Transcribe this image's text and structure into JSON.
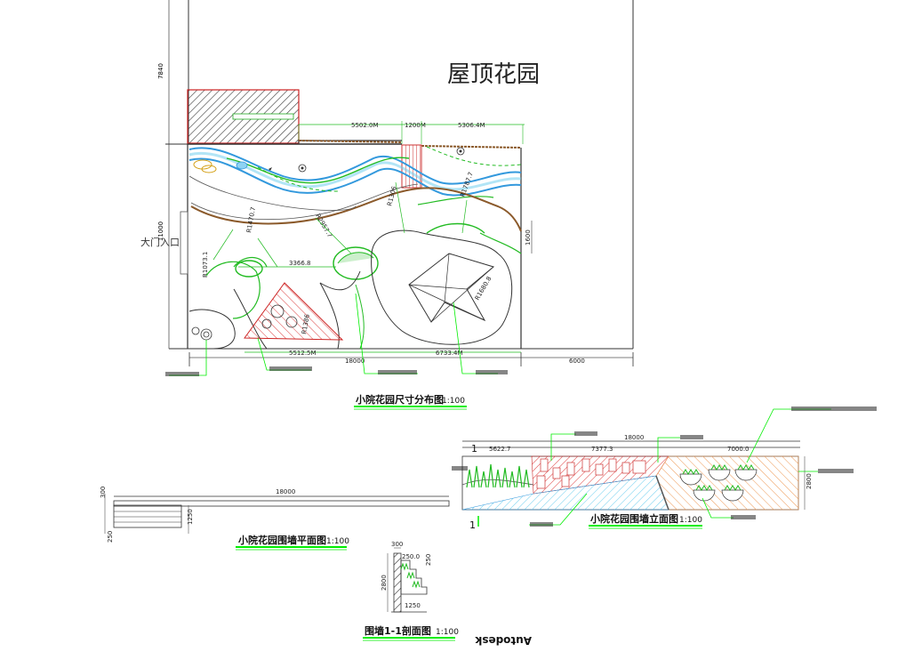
{
  "plan": {
    "roof_garden_label": "屋顶花园",
    "entrance_label": "大门入口",
    "dims": {
      "top_left": "5502.0M",
      "top_mid": "1200M",
      "top_right": "5306.4M",
      "left_upper": "7840",
      "left_lower": "11000",
      "right_1600": "1600",
      "inner_3366": "3366.8",
      "bottom_5512": "5512.5M",
      "bottom_18000": "18000",
      "bottom_6733": "6733.4M",
      "bottom_6000": "6000",
      "r_1073": "R1073.1",
      "r_1470": "R1470.7",
      "r_2957": "R2957.7",
      "r_1306": "R1306",
      "r_1787": "R1787.7",
      "r_1680": "R1680.8",
      "r_pergola": "R1386"
    },
    "title": "小院花园尺寸分布图",
    "scale": "1:100"
  },
  "wall_plan": {
    "dim_total": "18000",
    "dim_300": "300",
    "dim_250": "250",
    "dim_1250": "1250",
    "title": "小院花园围墙平面图",
    "scale": "1:100"
  },
  "elevation": {
    "dim_total": "18000",
    "dim_1": "5622.7",
    "dim_2": "7377.3",
    "dim_3": "7000.0",
    "dim_2800": "2800",
    "section_mark_top": "1",
    "section_mark_bottom": "1",
    "title": "小院花园围墙立面图",
    "scale": "1:100"
  },
  "section": {
    "dim_300": "300",
    "dim_250a": "250.0",
    "dim_250b": "250",
    "dim_2800": "2800",
    "dim_1250": "1250",
    "title": "围墙1-1剖面图",
    "scale": "1:100"
  },
  "footer": {
    "autodesk_mirrored": "Autodesk"
  },
  "colors": {
    "green": "#22bb22",
    "bright_green": "#00ee00",
    "red": "#cc2222",
    "blue": "#3399dd",
    "cyan": "#66ccee",
    "orange": "#ee9955",
    "brown": "#8b5a2b"
  }
}
